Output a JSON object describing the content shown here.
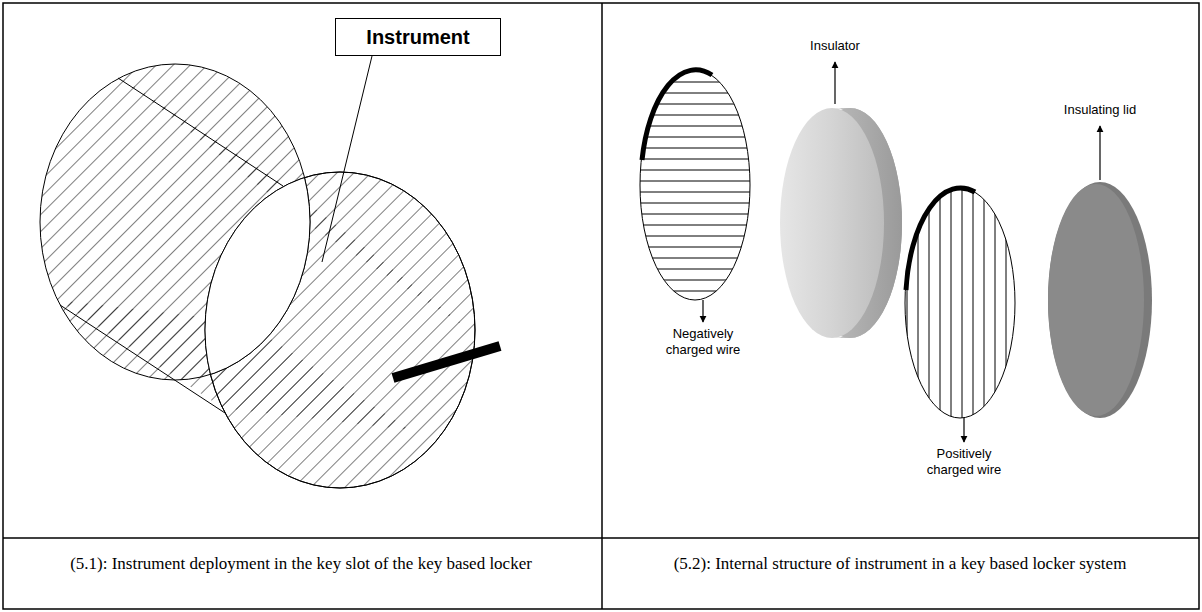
{
  "diagram": {
    "nodes": [
      {
        "text": [
          "Instrument"
        ]
      }
    ],
    "labels": [
      "Insulator",
      "Insulating lid",
      "Negatively charged wire",
      "Positively charged wire",
      "(5.1): Instrument deployment in the key slot of the key based locker",
      "(5.2): Internal structure of instrument in a key based locker system"
    ]
  }
}
